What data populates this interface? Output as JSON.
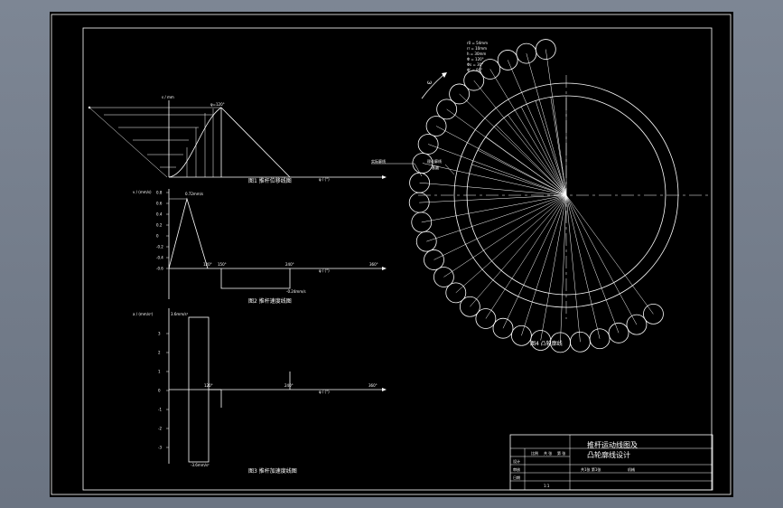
{
  "drawing": {
    "params": [
      "r0 = 54mm",
      "rr = 10mm",
      "h = 30mm",
      "Φ = 120°",
      "Φs = 30°",
      "Φ' = 90°"
    ],
    "rotation_arrow_label": "ω",
    "disp_graph": {
      "y_label": "s / mm",
      "x_label": "φ / (°)",
      "caption": "图1 推杆位移线图",
      "phi_label": "φ=120°"
    },
    "vel_graph": {
      "y_label": "v / (mm/s)",
      "x_label": "φ / (°)",
      "caption": "图2 推杆速度线图",
      "y_ticks": [
        "0.8",
        "0.6",
        "0.4",
        "0.2",
        "0",
        "-0.2",
        "-0.4",
        "-0.6"
      ],
      "x_ticks": [
        "120°",
        "150°",
        "240°",
        "360°"
      ],
      "max_label": "0.72mm/s",
      "min_label": "-0.24mm/s"
    },
    "acc_graph": {
      "y_label": "a / (mm/s²)",
      "x_label": "φ / (°)",
      "caption": "图3 推杆加速度线图",
      "y_ticks": [
        "3",
        "2",
        "1",
        "0",
        "-1",
        "-2",
        "-3"
      ],
      "max_label": "3.6mm/s²",
      "min_label": "-3.6mm/s²",
      "x_ticks": [
        "120°",
        "240°",
        "360°"
      ]
    },
    "cam": {
      "caption": "图4 凸轮廓线",
      "label_actual": "实际廓线",
      "label_theoretical": "理论廓线",
      "label_base": "基圆"
    },
    "title_block": {
      "title_line1": "推杆运动线图及",
      "title_line2": "凸轮廓线设计",
      "rows": [
        "设计",
        "审核",
        "日期"
      ],
      "col_labels": [
        "比例",
        "共 张",
        "第 张"
      ],
      "scale": "1:1",
      "sheet_info": "共1张  第1张",
      "school": "机械"
    }
  },
  "colors": {
    "canvas": "#000000",
    "frame_bg": "#717b89",
    "line": "#ffffff"
  }
}
